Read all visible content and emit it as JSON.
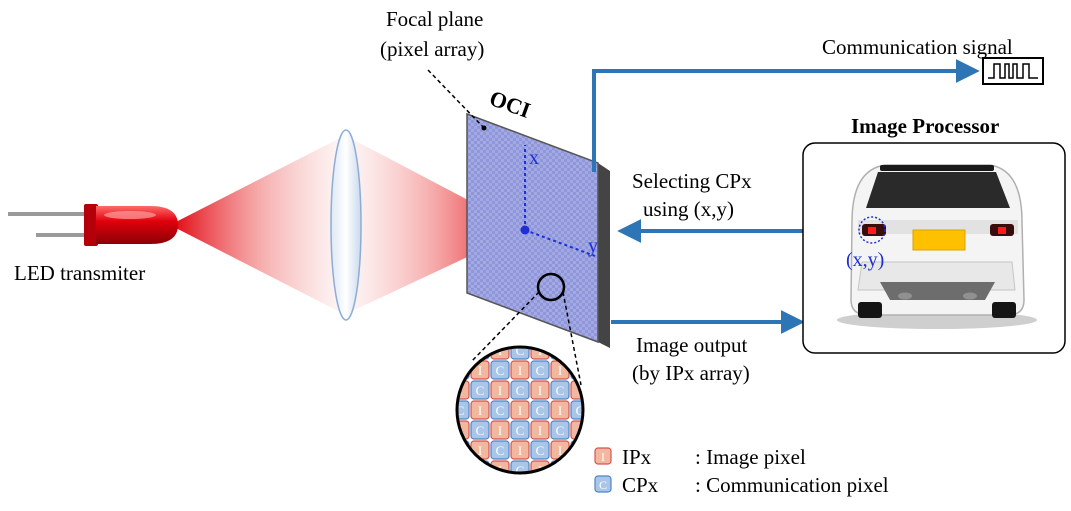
{
  "labels": {
    "focal_plane_line1": "Focal plane",
    "focal_plane_line2": "(pixel array)",
    "oci": "OCI",
    "led": "LED transmiter",
    "comm_signal": "Communication signal",
    "image_processor": "Image Processor",
    "selecting_line1": "Selecting CPx",
    "selecting_line2": "using (x,y)",
    "image_output_line1": "Image output",
    "image_output_line2": "(by IPx array)",
    "axis_x": "x",
    "axis_y": "y",
    "xy": "(x,y)"
  },
  "pixel_grid": {
    "image_letter": "I",
    "comm_letter": "C"
  },
  "legend": [
    {
      "letter": "I",
      "abbr": "IPx",
      "desc": ": Image pixel",
      "color": "#f2b79f",
      "stroke": "#d9534f"
    },
    {
      "letter": "C",
      "abbr": "CPx",
      "desc": ": Communication pixel",
      "color": "#a9c6e8",
      "stroke": "#4f86c6"
    }
  ],
  "colors": {
    "arrow": "#2e75b6",
    "led_red": "#e0000b",
    "oci_face": "#8f96d9",
    "axis_blue": "#1f2fd6"
  }
}
